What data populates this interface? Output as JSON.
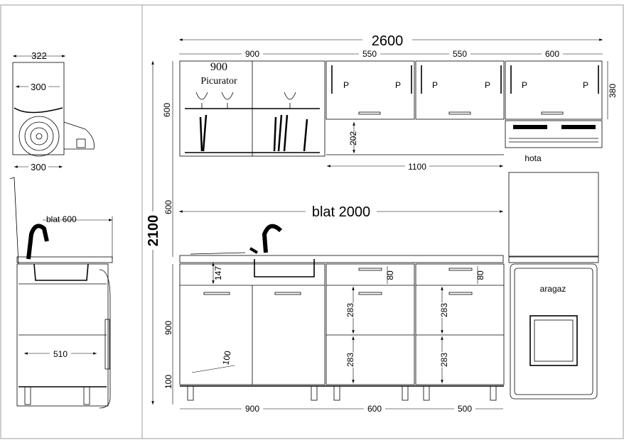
{
  "side_view": {
    "top_width": "322",
    "inner_width": "300",
    "bottom_width": "300",
    "blat": "blat 600",
    "base_width": "510"
  },
  "front_view": {
    "total_width": "2600",
    "upper_widths": [
      "900",
      "550",
      "550",
      "600"
    ],
    "picurator_width": "900",
    "picurator_label": "Picurator",
    "upper_height": "600",
    "hood_height": "380",
    "gap_202": "202",
    "span_1100": "1100",
    "hota": "hota",
    "total_height": "2100",
    "gap_600": "600",
    "blat": "blat 2000",
    "sink_depth": "147",
    "drawer_80": [
      "80",
      "80"
    ],
    "door_283": [
      "283",
      "283",
      "283",
      "283"
    ],
    "lower_height": "900",
    "plinth_100": "100",
    "leg_100": "100",
    "lower_widths": [
      "900",
      "600",
      "500"
    ],
    "aragaz": "aragaz",
    "door_marks": [
      "P",
      "P",
      "P",
      "P",
      "P",
      "P"
    ]
  }
}
